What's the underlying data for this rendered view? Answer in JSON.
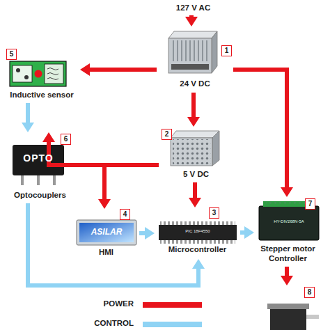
{
  "diagram": {
    "nodes": [
      {
        "text": [
          "127 V AC"
        ]
      },
      {
        "text": [
          "1",
          "24 V DC"
        ]
      },
      {
        "text": [
          "5",
          "Inductive sensor"
        ]
      },
      {
        "text": [
          "2",
          "5 V DC"
        ]
      },
      {
        "text": [
          "6",
          "OPTO",
          "Optocouplers"
        ]
      },
      {
        "text": [
          "4",
          "ASILAR",
          "HMI"
        ]
      },
      {
        "text": [
          "3",
          "PIC 18F4550",
          "Microcontroller"
        ]
      },
      {
        "text": [
          "7",
          "HY-DIV268N-5A",
          "Stepper motor Controller"
        ]
      },
      {
        "text": [
          "8"
        ]
      }
    ],
    "edges": [
      {
        "from": 0,
        "to": 1,
        "arrow": "to"
      },
      {
        "from": 1,
        "to": 2,
        "arrow": "to"
      },
      {
        "from": 1,
        "to": 3,
        "arrow": "to"
      },
      {
        "from": 1,
        "to": 7,
        "arrow": "to"
      },
      {
        "from": 3,
        "to": 4,
        "arrow": "to"
      },
      {
        "from": 3,
        "to": 5,
        "arrow": "to"
      },
      {
        "from": 3,
        "to": 6,
        "arrow": "to"
      },
      {
        "from": 2,
        "to": 4,
        "arrow": "to"
      },
      {
        "from": 4,
        "to": 6,
        "arrow": "to"
      },
      {
        "from": 5,
        "to": 6,
        "arrow": "to"
      },
      {
        "from": 6,
        "to": 7,
        "arrow": "to"
      },
      {
        "from": 7,
        "to": 8,
        "arrow": "to"
      }
    ],
    "legend": [
      {
        "text": "POWER",
        "color": "#e8141c"
      },
      {
        "text": "CONTROL",
        "color": "#8fd3f4"
      }
    ]
  }
}
